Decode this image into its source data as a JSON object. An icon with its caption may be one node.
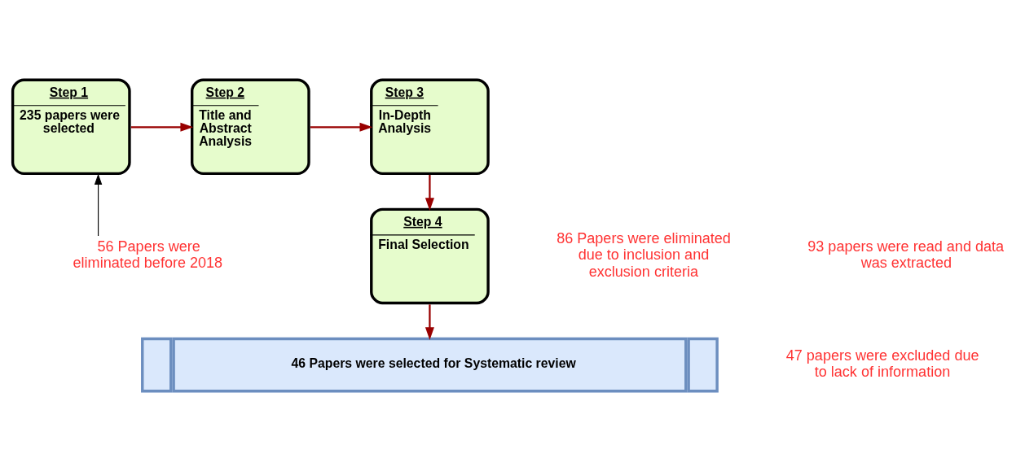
{
  "diagram": {
    "nodes": [
      {
        "text": [
          "Step 1",
          "235 papers were selected"
        ]
      },
      {
        "text": [
          "Step 2",
          "Title and Abstract Analysis"
        ]
      },
      {
        "text": [
          "Step 3",
          "In-Depth Analysis"
        ]
      },
      {
        "text": [
          "Step 4",
          "Final Selection"
        ]
      },
      {
        "text": [
          "46 Papers were selected for Systematic review"
        ]
      },
      {
        "text": [
          "56 Papers were eliminated before 2018"
        ]
      }
    ],
    "edges": [
      {
        "from": 0,
        "to": 1,
        "arrow": "to"
      },
      {
        "from": 1,
        "to": 2,
        "arrow": "to"
      },
      {
        "from": 2,
        "to": 3,
        "arrow": "to"
      },
      {
        "from": 3,
        "to": 4,
        "arrow": "to"
      },
      {
        "from": 5,
        "to": 0,
        "arrow": "to",
        "color": "#000000"
      }
    ],
    "labels": [
      "86 Papers were eliminated due to inclusion and exclusion criteria",
      "93 papers were read and data was extracted",
      "47 papers were excluded due to lack of information"
    ]
  }
}
